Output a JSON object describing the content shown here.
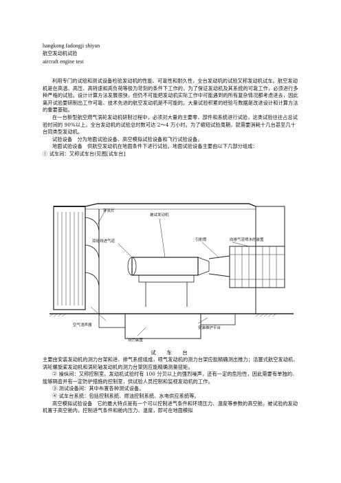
{
  "header": {
    "pinyin": "hangkong fadongji shiyan",
    "title_cn": "航空发动机试验",
    "title_en": "aircraft engine test"
  },
  "intro": {
    "p1": "利用专门的试验和测试设备检验发动机的性能、可靠性和耐久性，全台发动机的试验又称发动机试车。航空发动机是在高温、高压、高转速和高负荷等极为苛刻的条件下工作的，为了保证发动机及其系统的可靠工作，必须进行多种严格的试验。设计计算方法发展很快，但仍不可能把发动机实际工作中可能遇到的所有复杂情况都考虑进去，因此离开试验要研制出工作可靠、技术先进的航空发动机是不可能的。大量试验积累的经验与数据是改进设计和计算方法的重要基础。",
    "p2": "在一台新型航空燃气涡轮发动机研制过程中，必须对大量的主要零、部件和系统进行试验，这类试验往往占总试验时间的 90%以上。全台发动机的试验总时数可达 2～4 万小时。为了缩短试验周期，就需要消耗十几台甚至几十台同类型发动机。",
    "p3": "试验设备　分为地面试验设备、高空模拟试验设备和飞行试验设备。",
    "p4": "地面试验设备　供航空发动机在地面条件下进行试验。地面试验设备主要由以下几部分组成：",
    "p5": "①  试车间：又称试车台(见图[试车台]"
  },
  "figure": {
    "labels": {
      "guide_vanes": "导流片",
      "test_engine": "被试发动机",
      "dual_intake": "双组线进气道",
      "ejector": "引射筒",
      "exhaust_silencer": "向排气流喷水的装置",
      "air_silencer": "空气消声器",
      "measuring_device": "测力装置",
      "safety_platform": "安装维护平台"
    },
    "caption": "试　车　台"
  },
  "after": {
    "p1": "主要由安装发动机的测力台架和进、排气系统组成，喷气发动机的测力台架应能精确测出推力；活塞式航空发动机、涡轮螺旋桨发动机和涡轮轴发动机的测力台架则应能精确测量扭矩。",
    "p2": "②  操纵间：又称控制室。发动机试验时有 100 分贝以上的强烈噪声，还有一定的危险性，因此需要有单独的、能够隔音并有一定防护措施的控制室，供试验人员控制和监视发动机的工作。",
    "p3": "③  测试设备间：其中布置各种测试设备。",
    "p4": "④  试车台系统：包括控制系统、燃油控制系统、水电供应系统等。",
    "p5": "高空模拟试验设备　它的最大特点是有一个可以控制进气条件和环境压力、温度等参数的高空舱，被试验的发动机置于高空舱内，控制进气条件和舱内压力、温度，即可在地面模拟"
  }
}
